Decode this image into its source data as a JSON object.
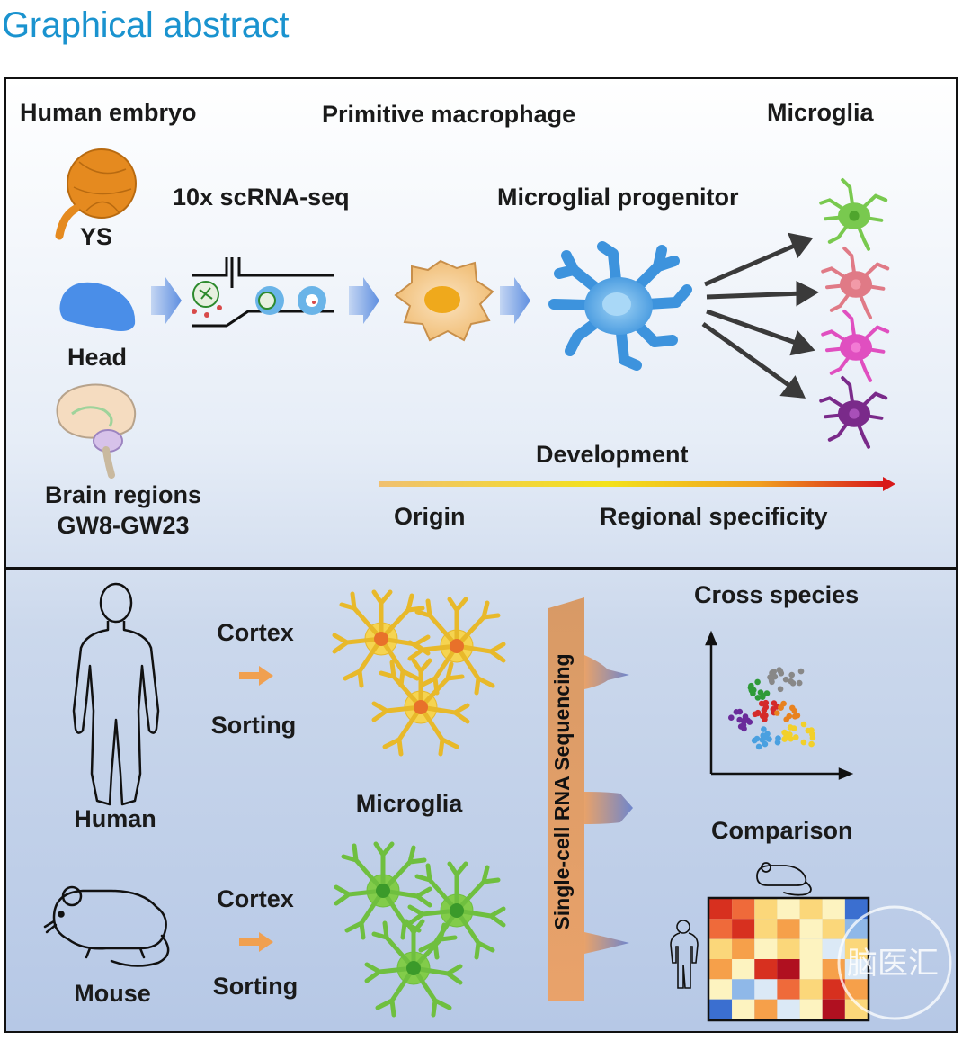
{
  "header": {
    "title": "Graphical abstract"
  },
  "top_panel": {
    "human_embryo": "Human embryo",
    "primitive_macrophage": "Primitive macrophage",
    "microglia": "Microglia",
    "scrna_seq": "10x scRNA-seq",
    "microglial_progenitor": "Microglial progenitor",
    "ys": "YS",
    "head": "Head",
    "brain_regions": "Brain regions",
    "gestational_weeks": "GW8-GW23",
    "development": "Development",
    "origin": "Origin",
    "regional_specificity": "Regional specificity"
  },
  "bottom_panel": {
    "human": "Human",
    "mouse": "Mouse",
    "cortex_human": "Cortex",
    "sorting_human": "Sorting",
    "cortex_mouse": "Cortex",
    "sorting_mouse": "Sorting",
    "microglia": "Microglia",
    "sequencing": "Single-cell RNA Sequencing",
    "cross_species": "Cross species",
    "comparison": "Comparison"
  },
  "colors": {
    "title": "#1a93cf",
    "ys": "#e58a1f",
    "head": "#4a8ee8",
    "macrophage": "#f3c98f",
    "progenitor": "#4fa8e8",
    "microglia_green": "#79c94f",
    "microglia_pink": "#e07a86",
    "microglia_magenta": "#e04fc0",
    "microglia_purple": "#7a2a8a",
    "human_microglia": "#f2c92f",
    "mouse_microglia": "#6fbf3f"
  },
  "watermark": {
    "text": "脑医汇"
  }
}
